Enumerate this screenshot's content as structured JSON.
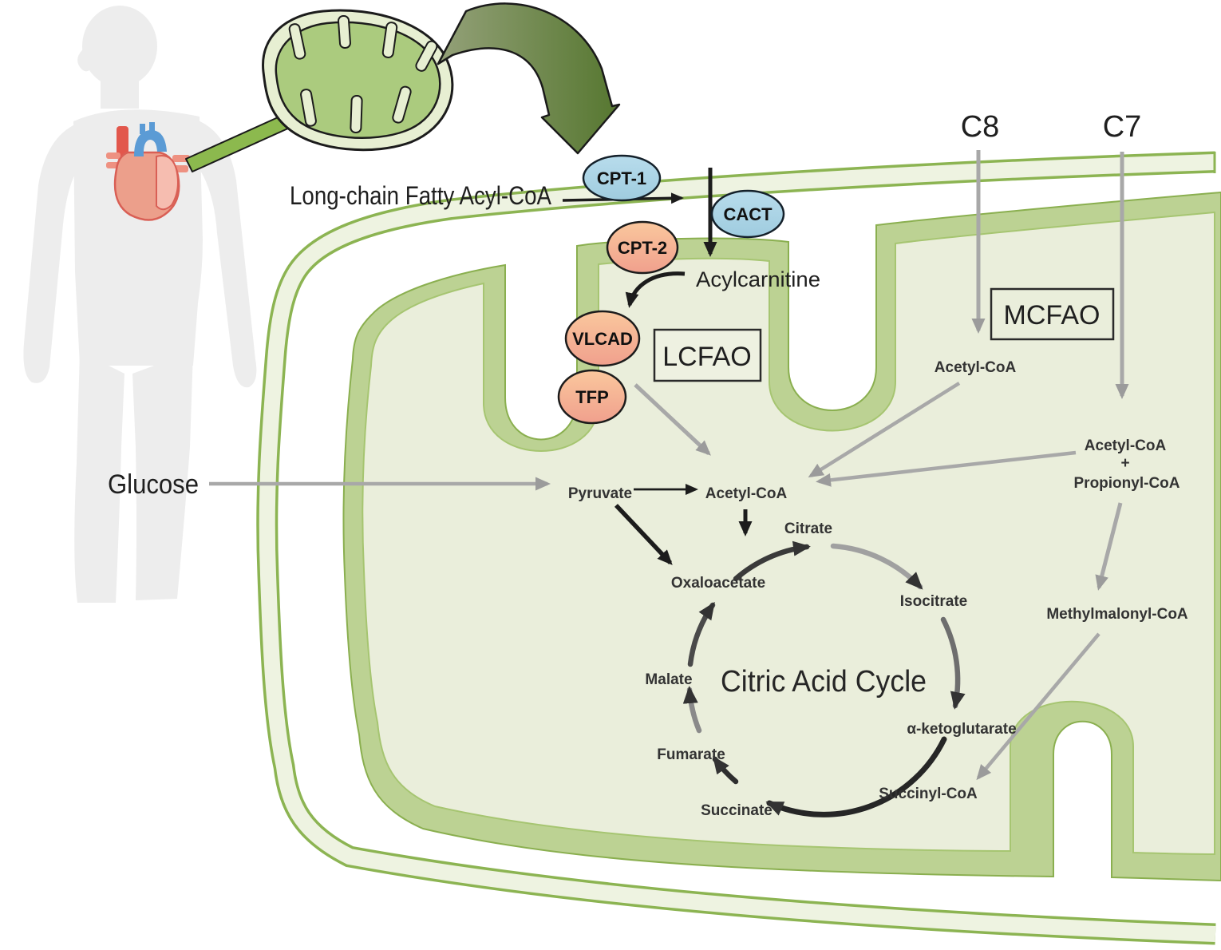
{
  "diagram": {
    "labels": {
      "long_chain_fatty_acyl_coa": "Long-chain Fatty Acyl-CoA",
      "glucose": "Glucose",
      "acylcarnitine": "Acylcarnitine",
      "c8": "C8",
      "c7": "C7"
    },
    "enzymes": {
      "cpt1": "CPT-1",
      "cact": "CACT",
      "cpt2": "CPT-2",
      "vlcad": "VLCAD",
      "tfp": "TFP"
    },
    "pathway_boxes": {
      "lcfao": "LCFAO",
      "mcfao": "MCFAO"
    },
    "metabolites": {
      "mcfao_acetyl_coa": "Acetyl-CoA",
      "acetyl_coa_right": "Acetyl-CoA",
      "plus": "+",
      "propionyl_coa": "Propionyl-CoA",
      "methylmalonyl_coa": "Methylmalonyl-CoA",
      "pyruvate": "Pyruvate",
      "acetyl_coa_central": "Acetyl-CoA"
    },
    "citric_acid_cycle": {
      "title": "Citric Acid Cycle",
      "metabolites": {
        "citrate": "Citrate",
        "isocitrate": "Isocitrate",
        "alpha_ketoglutarate": "α-ketoglutarate",
        "succinyl_coa": "Succinyl-CoA",
        "succinate": "Succinate",
        "fumarate": "Fumarate",
        "malate": "Malate",
        "oxaloacetate": "Oxaloacetate"
      }
    },
    "colors": {
      "membrane_border_green": "#8cb452",
      "outer_membrane_fill": "#eef3e1",
      "inner_membrane_fill": "#bcd293",
      "matrix_fill": "#eaeedb",
      "enzyme_blue": "#a9d4e6",
      "enzyme_peach_top": "#fac79d",
      "enzyme_peach_bottom": "#f0a08d",
      "arrow_gray": "#9b9b9b",
      "block_arrow_green": "#8cb94e",
      "curved_arrow_green_dark": "#5a7d33"
    }
  }
}
